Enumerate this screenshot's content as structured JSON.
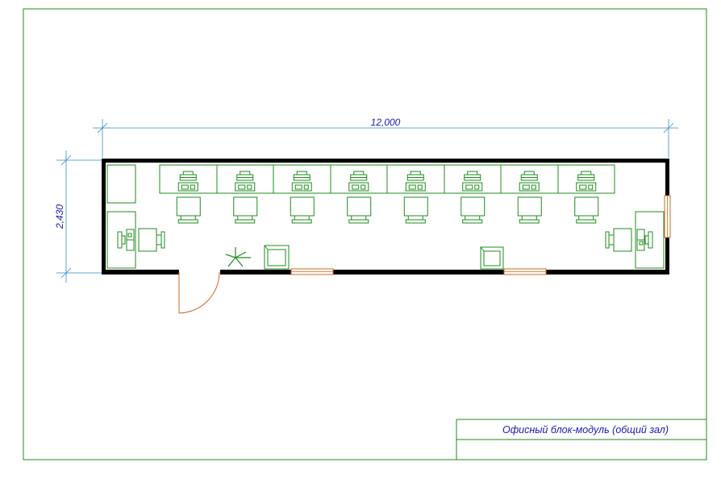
{
  "drawing": {
    "dimension_length": "12,000",
    "dimension_width": "2,430",
    "workstation_count": 8,
    "title_block": {
      "title": "Офисный блок-модуль (общий зал)"
    }
  },
  "colors": {
    "frame": "#1e8c1e",
    "furniture": "#1e8c1e",
    "wall": "#000000",
    "dimension": "#2d8cc8",
    "dimension_text": "#1a1ab4",
    "door": "#d2691e",
    "window": "#d2691e"
  }
}
